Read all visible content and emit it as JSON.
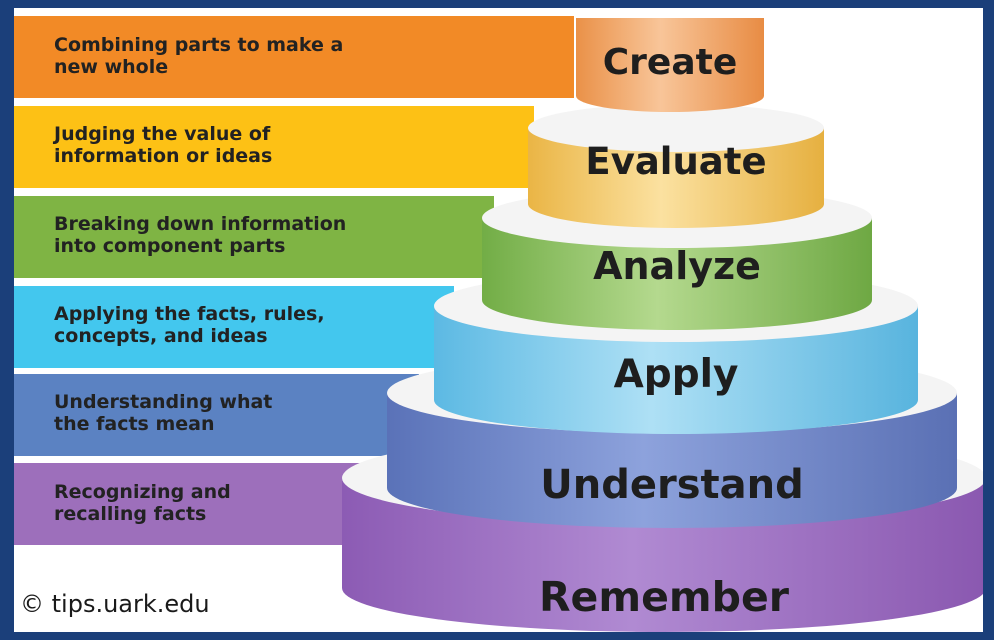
{
  "levels": [
    {
      "name": "Create",
      "description_line1": "Combining parts to make a",
      "description_line2": "new whole",
      "band_color": "#f28a26",
      "cake_color": "#f3a466"
    },
    {
      "name": "Evaluate",
      "description_line1": "Judging the value of",
      "description_line2": "information or ideas",
      "band_color": "#fdc115",
      "cake_color": "#f6c963"
    },
    {
      "name": "Analyze",
      "description_line1": "Breaking down information",
      "description_line2": "into component parts",
      "band_color": "#7fb444",
      "cake_color": "#8fbf5a"
    },
    {
      "name": "Apply",
      "description_line1": "Applying the facts, rules,",
      "description_line2": "concepts, and ideas",
      "band_color": "#43c7ee",
      "cake_color": "#7dcfee"
    },
    {
      "name": "Understand",
      "description_line1": "Understanding what",
      "description_line2": "the facts mean",
      "band_color": "#5b82c2",
      "cake_color": "#6d89cc"
    },
    {
      "name": "Remember",
      "description_line1": "Recognizing and",
      "description_line2": "recalling facts",
      "band_color": "#9d6fbb",
      "cake_color": "#a379c8"
    }
  ],
  "credit": "© tips.uark.edu",
  "frame_color": "#1b3f7a"
}
